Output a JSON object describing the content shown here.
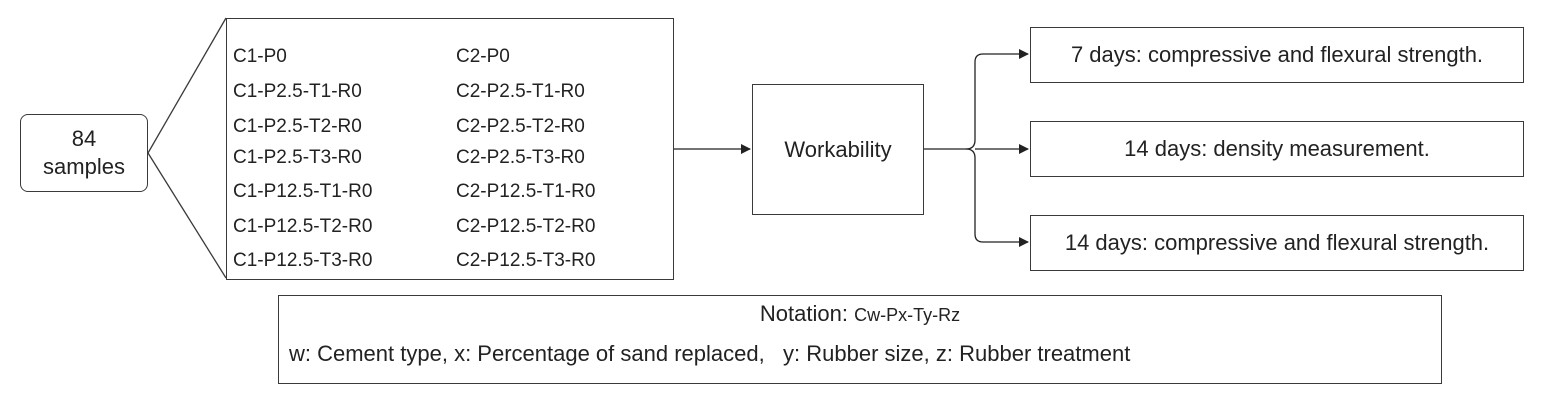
{
  "samples": {
    "count": "84",
    "label": "samples"
  },
  "sample_list": {
    "column_1": [
      "C1-P0",
      "C1-P2.5-T1-R0",
      "C1-P2.5-T2-R0",
      "C1-P2.5-T3-R0",
      "C1-P12.5-T1-R0",
      "C1-P12.5-T2-R0",
      "C1-P12.5-T3-R0"
    ],
    "column_2": [
      "C2-P0",
      "C2-P2.5-T1-R0",
      "C2-P2.5-T2-R0",
      "C2-P2.5-T3-R0",
      "C2-P12.5-T1-R0",
      "C2-P12.5-T2-R0",
      "C2-P12.5-T3-R0"
    ]
  },
  "workability": "Workability",
  "outputs": [
    "7 days: compressive and flexural strength.",
    "14 days: density measurement.",
    "14 days: compressive and flexural strength."
  ],
  "notation": {
    "title": "Notation: ",
    "format": "Cw-Px-Ty-Rz",
    "description": "w: Cement type, x: Percentage of sand replaced,   y: Rubber size, z: Rubber treatment"
  },
  "colors": {
    "stroke": "#3a3a3a",
    "text": "#222222"
  }
}
